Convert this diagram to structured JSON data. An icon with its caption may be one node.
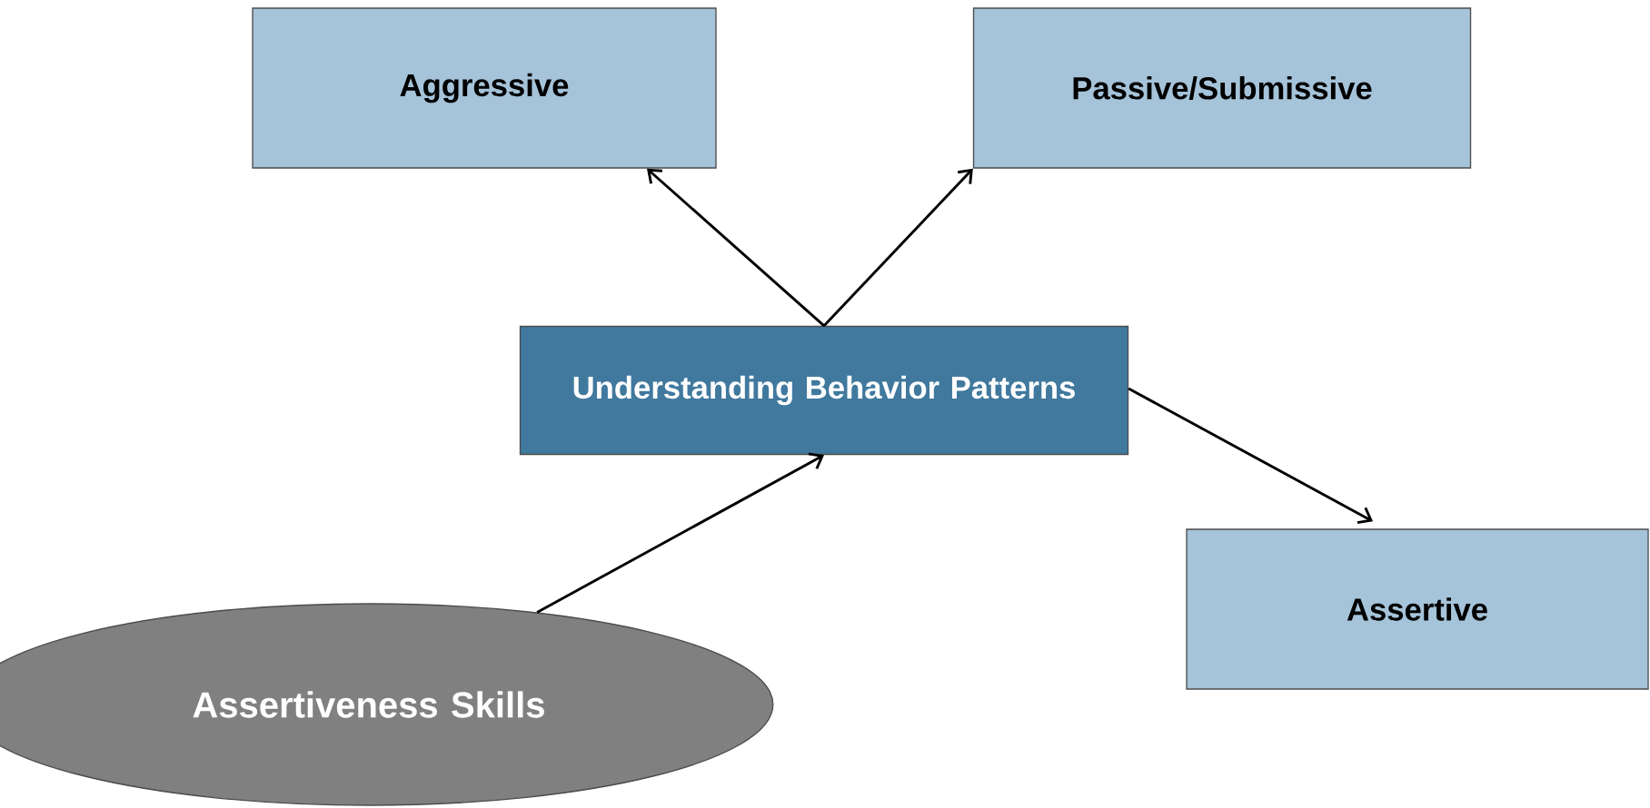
{
  "diagram": {
    "nodes": [
      {
        "text": [
          "Aggressive"
        ]
      },
      {
        "text": [
          "Passive/Submissive"
        ]
      },
      {
        "text": [
          "Understanding Behavior Patterns"
        ]
      },
      {
        "text": [
          "Assertive"
        ]
      },
      {
        "text": [
          "Assertiveness Skills"
        ]
      }
    ],
    "edges": [
      {
        "from": 2,
        "to": 0,
        "arrow": "to"
      },
      {
        "from": 2,
        "to": 1,
        "arrow": "to"
      },
      {
        "from": 2,
        "to": 3,
        "arrow": "to"
      },
      {
        "from": 4,
        "to": 2,
        "arrow": "to"
      }
    ]
  }
}
